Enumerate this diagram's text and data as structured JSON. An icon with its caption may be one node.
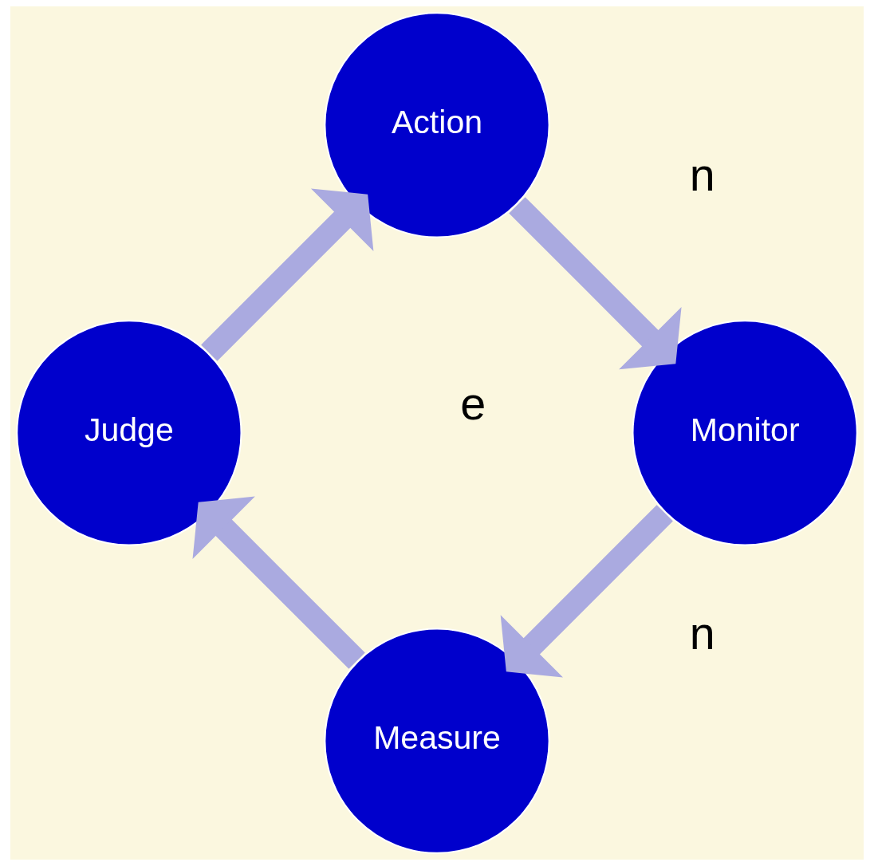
{
  "diagram": {
    "nodes": [
      {
        "text": [
          "Measure"
        ]
      },
      {
        "text": [
          "Judge"
        ]
      },
      {
        "text": [
          "Action"
        ]
      },
      {
        "text": [
          "Monitor"
        ]
      }
    ],
    "edges": [
      {
        "from": 0,
        "to": 1,
        "arrow": "to"
      },
      {
        "from": 1,
        "to": 2,
        "arrow": "to"
      },
      {
        "from": 2,
        "to": 3,
        "arrow": "to"
      },
      {
        "from": 3,
        "to": 0,
        "arrow": "to"
      }
    ],
    "labels": [
      "e",
      "n",
      "n"
    ]
  }
}
